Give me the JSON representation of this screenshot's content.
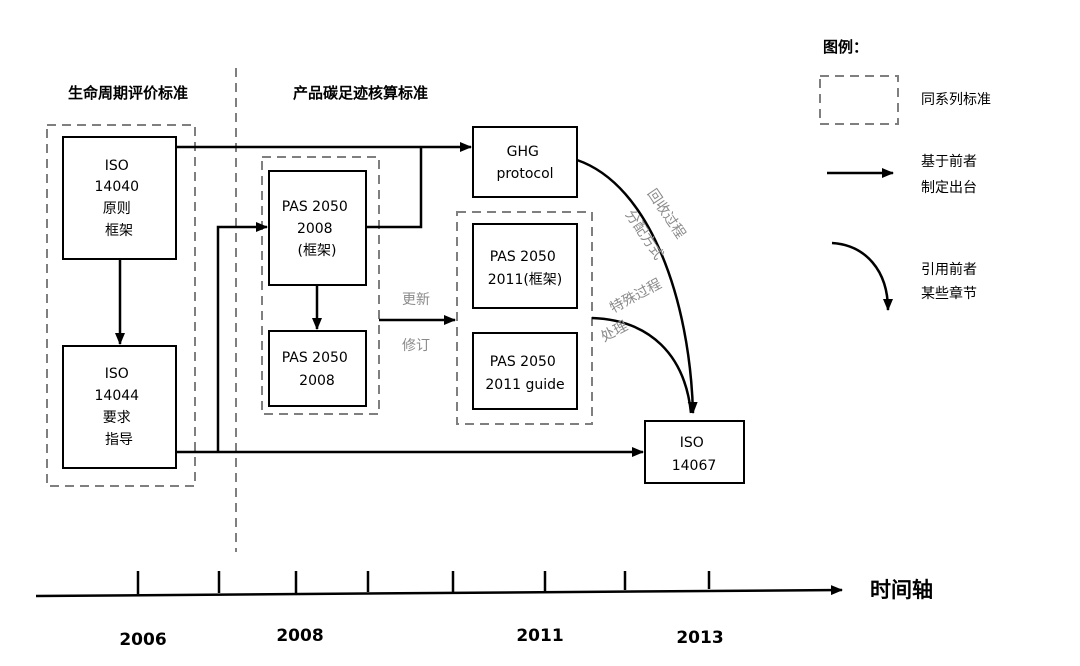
{
  "sections": {
    "lca_title": "生命周期评价标准",
    "carbon_title": "产品碳足迹核算标准"
  },
  "boxes": {
    "iso14040": [
      "ISO",
      "14040",
      "原则",
      "框架"
    ],
    "iso14044": [
      "ISO",
      "14044",
      "要求",
      "指导"
    ],
    "pas2008_framework": [
      "PAS 2050",
      "2008",
      "(框架)"
    ],
    "pas2008": [
      "PAS 2050",
      "2008"
    ],
    "ghg": [
      "GHG",
      "protocol"
    ],
    "pas2011_framework": [
      "PAS 2050",
      "2011(框架)"
    ],
    "pas2011_guide": [
      "PAS 2050",
      "2011 guide"
    ],
    "iso14067": [
      "ISO",
      "14067"
    ]
  },
  "annotations": {
    "update_revise": [
      "更新",
      "修订"
    ],
    "recycling_allocation": [
      "回收过程",
      "分配方式"
    ],
    "special_process": [
      "特殊过程",
      "处理"
    ]
  },
  "legend": {
    "title": "图例：",
    "series_label": "同系列标准",
    "based_on_label": [
      "基于前者",
      "制定出台"
    ],
    "cite_label": [
      "引用前者",
      "某些章节"
    ]
  },
  "timeline": {
    "axis_title": "时间轴",
    "years": [
      "2006",
      "2008",
      "2011",
      "2013"
    ]
  },
  "colors": {
    "dashed_border": "#7f7f7f",
    "annotation_text": "#8a8a8a",
    "line": "#000000"
  }
}
